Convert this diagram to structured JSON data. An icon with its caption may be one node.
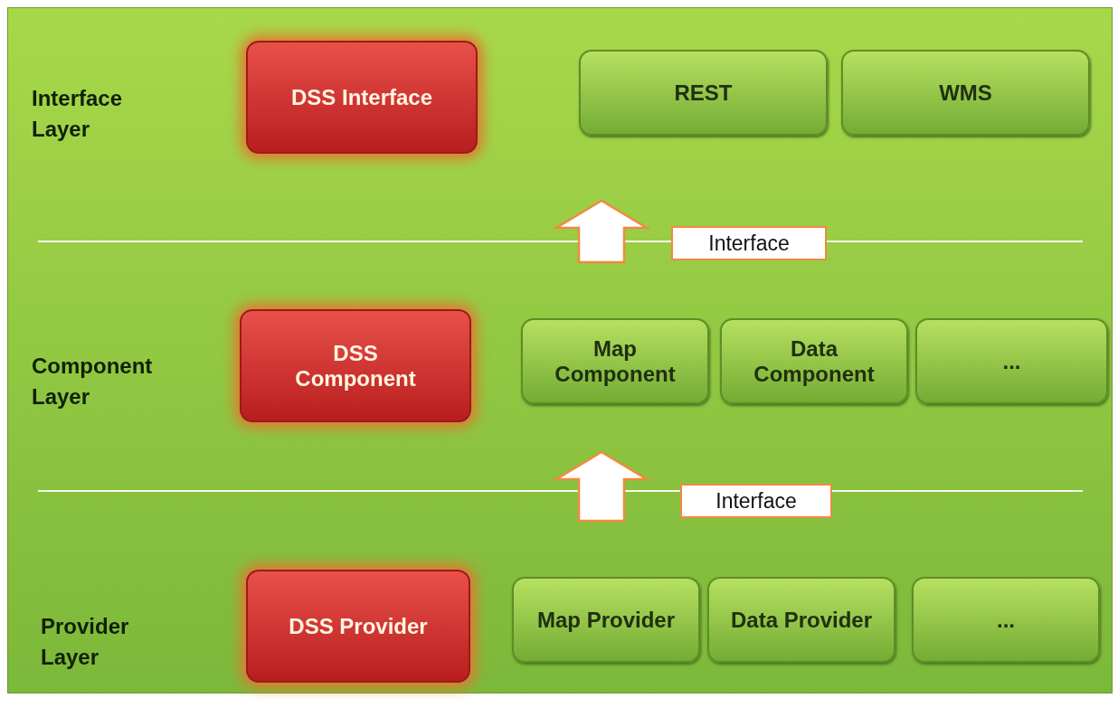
{
  "diagram": {
    "nodes": [
      {
        "text": [
          "DSS Interface"
        ]
      },
      {
        "text": [
          "REST"
        ]
      },
      {
        "text": [
          "WMS"
        ]
      },
      {
        "text": [
          "Interface"
        ]
      },
      {
        "text": [
          "DSS Component"
        ]
      },
      {
        "text": [
          "Map Component"
        ]
      },
      {
        "text": [
          "Data Component"
        ]
      },
      {
        "text": [
          "..."
        ]
      },
      {
        "text": [
          "Interface"
        ]
      },
      {
        "text": [
          "DSS Provider"
        ]
      },
      {
        "text": [
          "Map Provider"
        ]
      },
      {
        "text": [
          "Data Provider"
        ]
      },
      {
        "text": [
          "..."
        ]
      }
    ],
    "labels": [
      "Interface Layer",
      "Component Layer",
      "Provider Layer"
    ]
  }
}
